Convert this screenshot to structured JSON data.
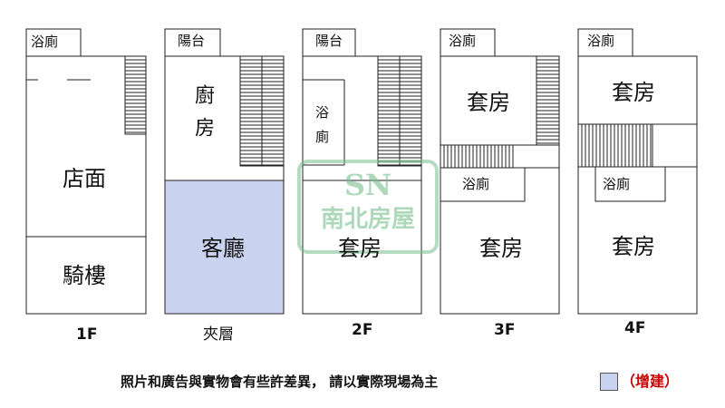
{
  "watermark": {
    "letters": "SN",
    "text": "南北房屋"
  },
  "floors": {
    "f1": {
      "label": "1F",
      "bath": "浴廁",
      "store": "店面",
      "arcade": "騎樓"
    },
    "mezz": {
      "label": "夾層",
      "balcony": "陽台",
      "kitchen": "廚房",
      "living": "客廳"
    },
    "f2": {
      "label": "2F",
      "balcony": "陽台",
      "bath": "浴廁",
      "suite": "套房"
    },
    "f3": {
      "label": "3F",
      "bath_top": "浴廁",
      "suite_top": "套房",
      "bath_mid": "浴廁",
      "suite_bottom": "套房"
    },
    "f4": {
      "label": "4F",
      "bath_top": "浴廁",
      "suite_top": "套房",
      "bath_mid": "浴廁",
      "suite_bottom": "套房"
    }
  },
  "notice": "照片和廣告與實物會有些許差異， 請以實際現場為主",
  "legend": {
    "label": "（增建）",
    "color": "#c9d3ef"
  }
}
